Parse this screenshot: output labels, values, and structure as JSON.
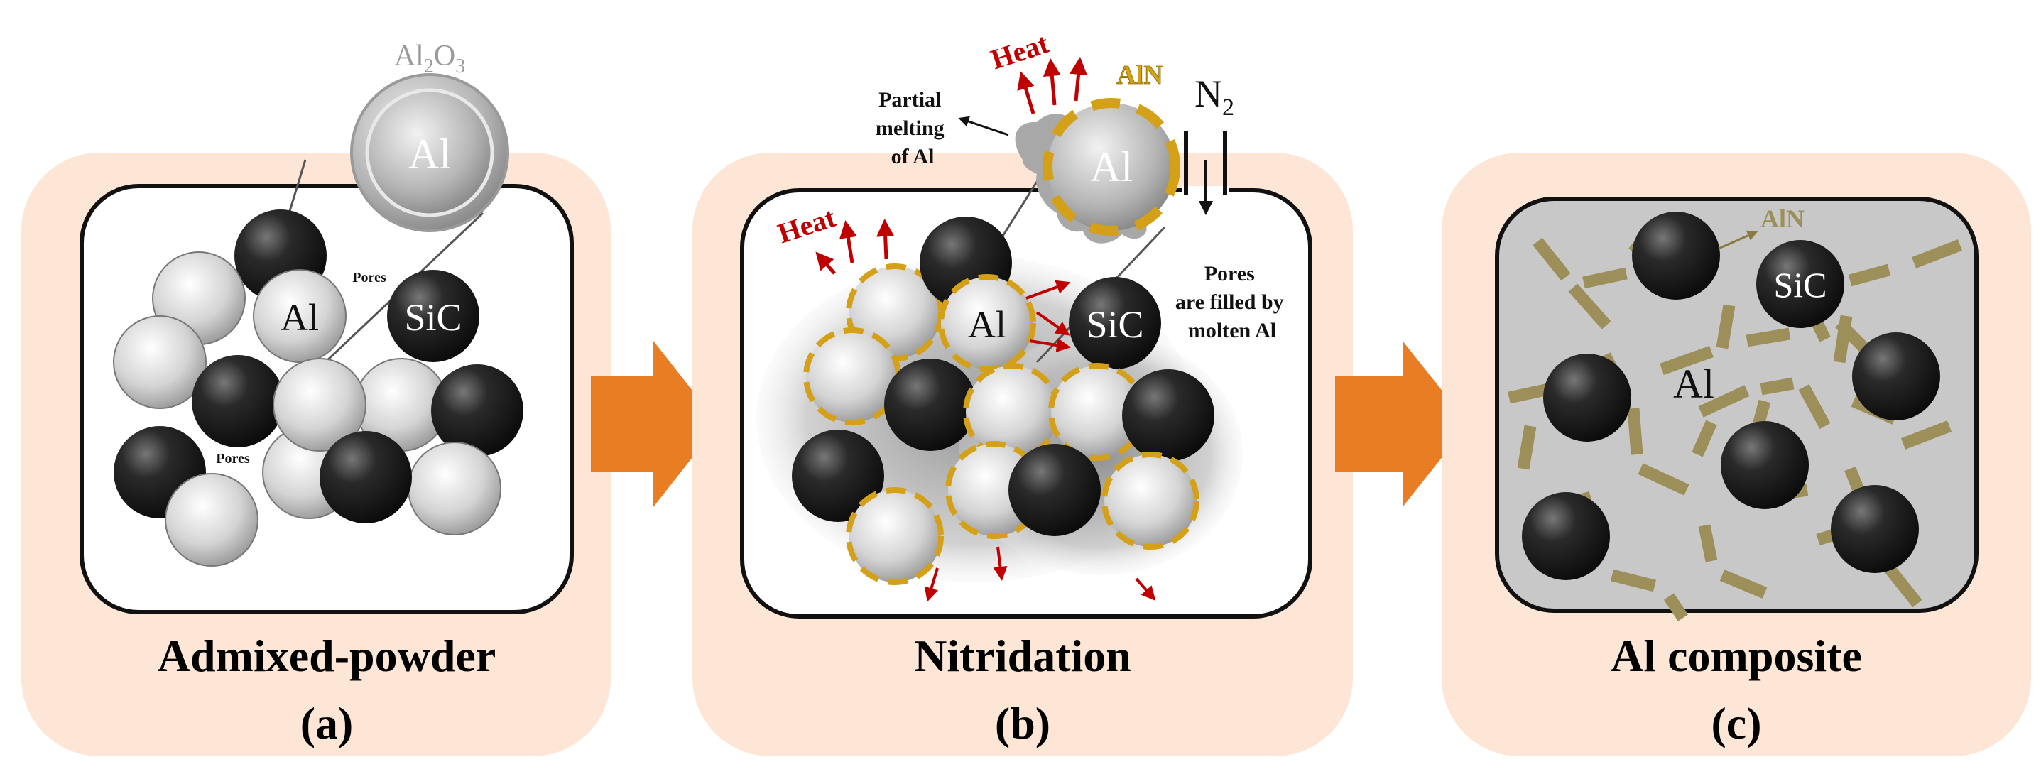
{
  "panels": [
    {
      "title": "Admixed-powder",
      "letter": "(a)",
      "inset_coating_label": "Al",
      "inset_coating_sub": "2",
      "inset_coating_label2": "O",
      "inset_coating_sub2": "3",
      "inset_particle_label": "Al",
      "particle_al_label": "Al",
      "particle_sic_label": "SiC",
      "pores_label_1": "Pores",
      "pores_label_2": "Pores"
    },
    {
      "title": "Nitridation",
      "letter": "(b)",
      "heat_label_top": "Heat",
      "heat_label_left": "Heat",
      "aln_label": "AlN",
      "n2_label": "N",
      "n2_sub": "2",
      "partial_melting_line1": "Partial",
      "partial_melting_line2": "melting",
      "partial_melting_line3": "of Al",
      "inset_particle_label": "Al",
      "particle_al_label": "Al",
      "particle_sic_label": "SiC",
      "pores_line1": "Pores",
      "pores_line2": "are filled by",
      "pores_line3": "molten Al"
    },
    {
      "title": "Al composite",
      "letter": "(c)",
      "aln_label": "AlN",
      "sic_label": "SiC",
      "matrix_label": "Al"
    }
  ],
  "colors": {
    "panel_bg": "#fde6d6",
    "arrow": "#e87d23",
    "heat": "#c00000",
    "aln_gold": "#d4a017",
    "aln_bar": "#9c8f5a",
    "matrix": "#c8c8c8"
  }
}
